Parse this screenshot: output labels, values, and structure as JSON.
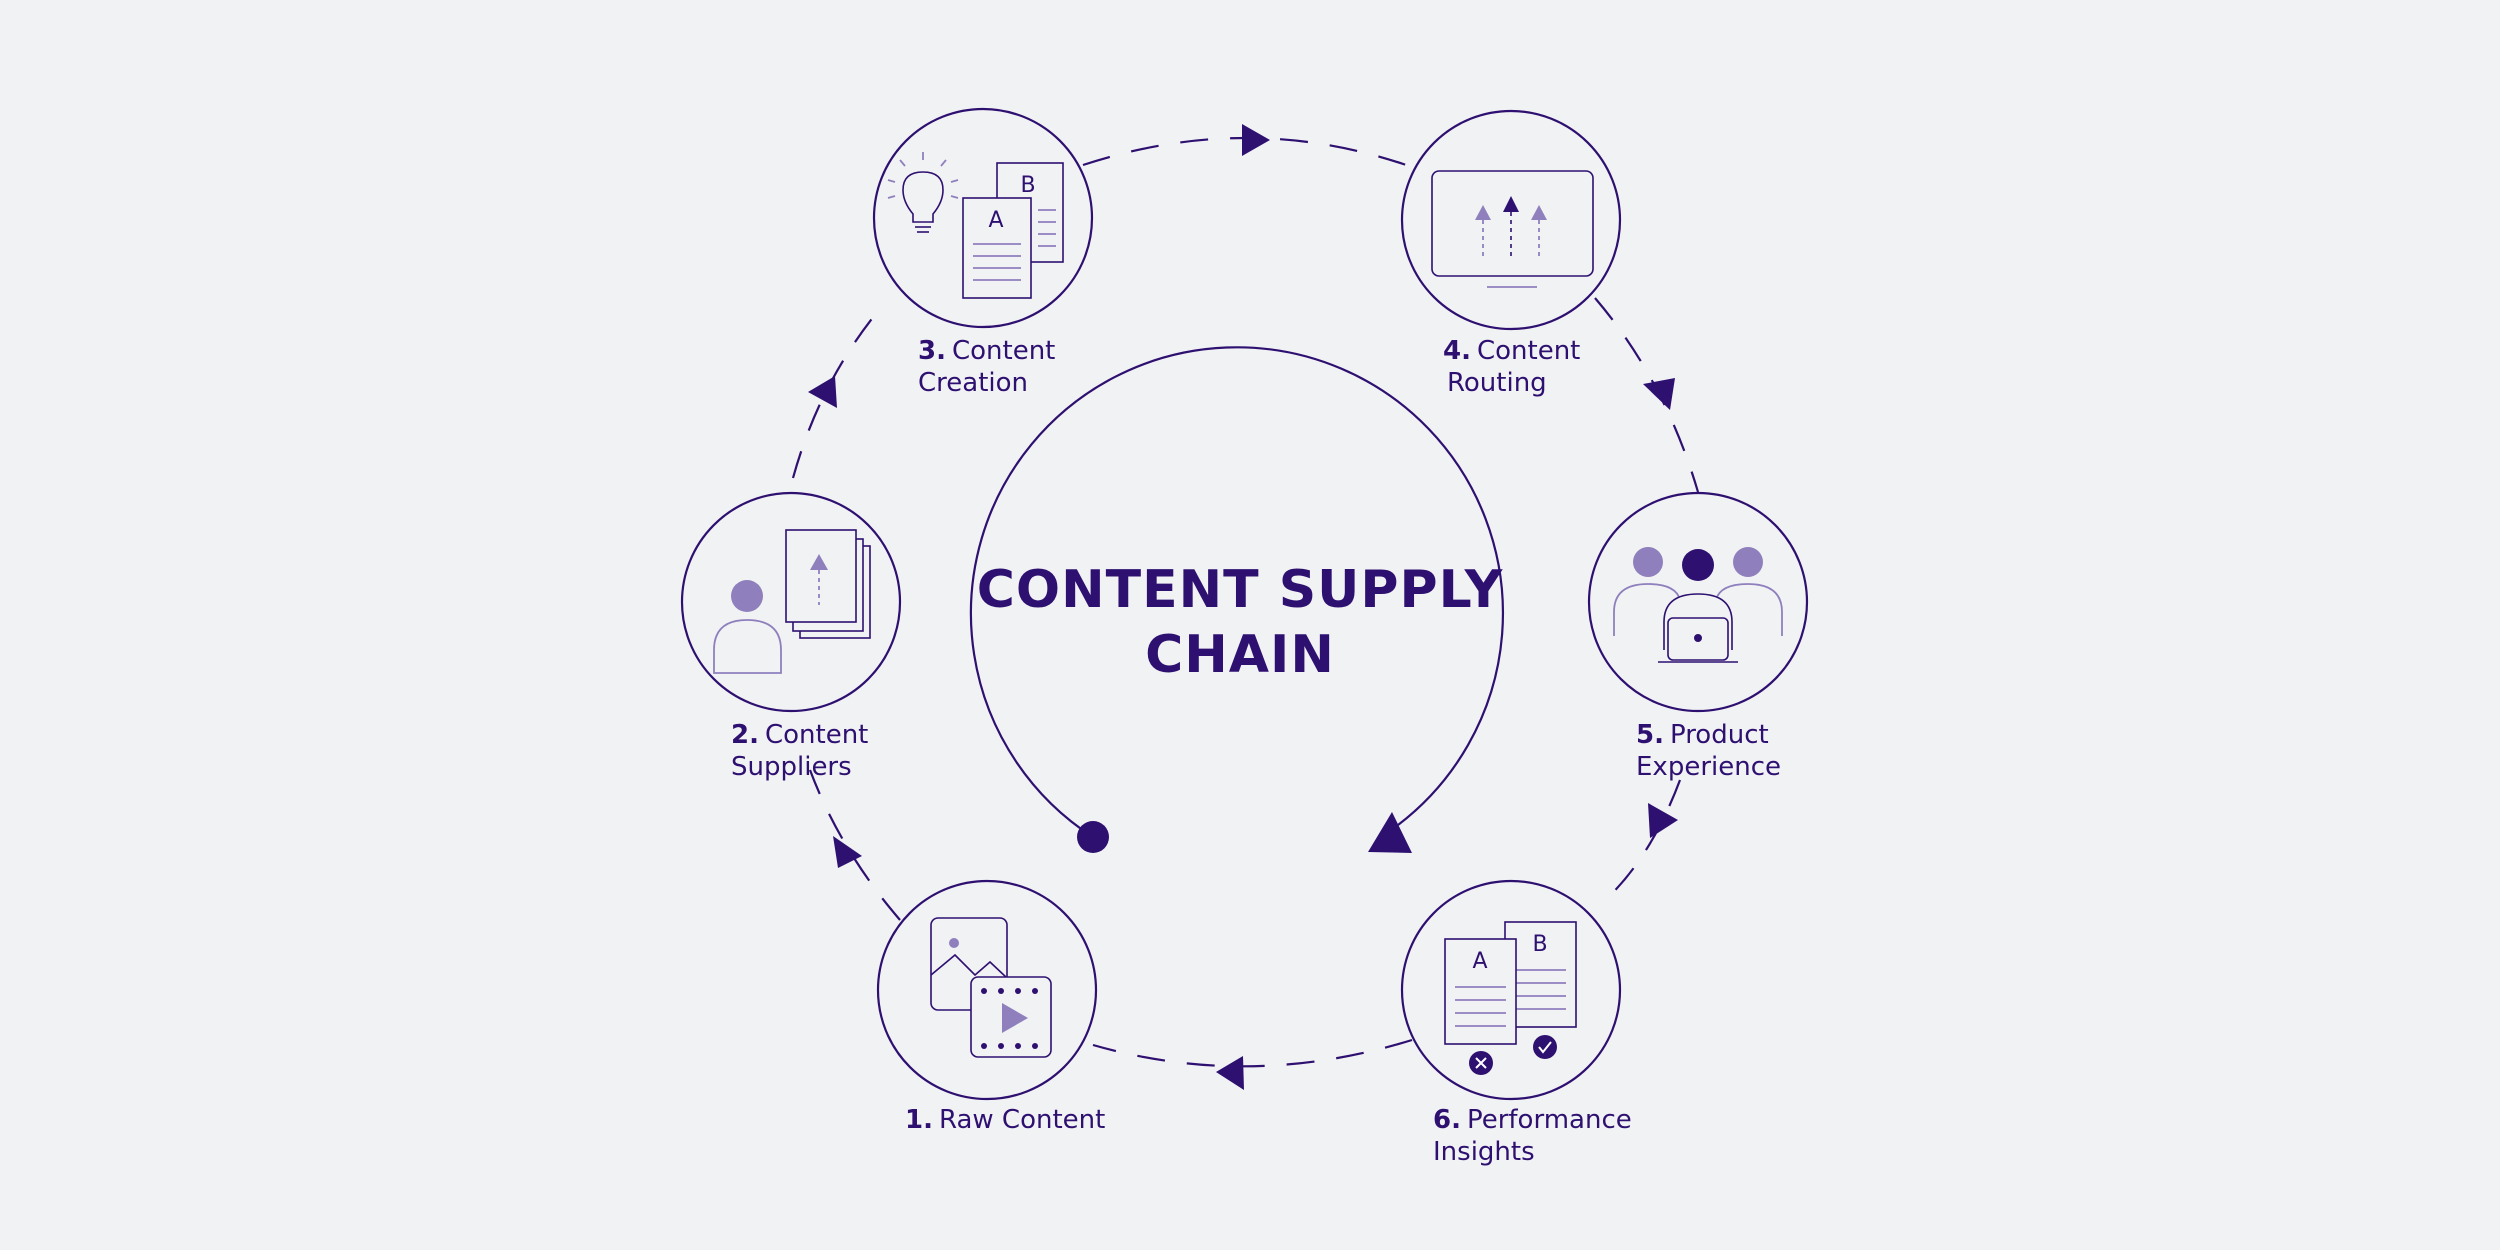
{
  "title": {
    "line1": "CONTENT SUPPLY",
    "line2": "CHAIN"
  },
  "steps": [
    {
      "num": "1.",
      "line1": "Raw Content",
      "line2": "",
      "icon": "image-video-icon"
    },
    {
      "num": "2.",
      "line1": "Content",
      "line2": "Suppliers",
      "icon": "person-upload-documents-icon"
    },
    {
      "num": "3.",
      "line1": "Content",
      "line2": "Creation",
      "icon": "lightbulb-documents-icon"
    },
    {
      "num": "4.",
      "line1": "Content",
      "line2": "Routing",
      "icon": "monitor-arrows-icon"
    },
    {
      "num": "5.",
      "line1": "Product",
      "line2": "Experience",
      "icon": "users-laptop-icon"
    },
    {
      "num": "6.",
      "line1": "Performance",
      "line2": "Insights",
      "icon": "ab-test-documents-icon"
    }
  ],
  "colors": {
    "primary": "#2e1070",
    "soft": "#8f80bd",
    "background": "#f1f2f4"
  }
}
